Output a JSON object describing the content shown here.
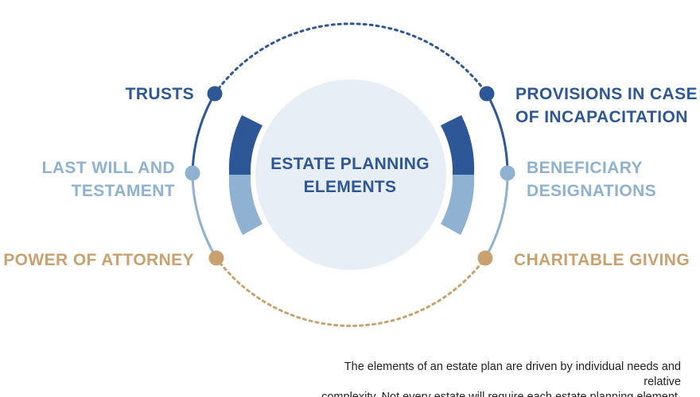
{
  "colors": {
    "dark_blue": "#2e5797",
    "light_blue": "#8fb1d2",
    "tan": "#c8a16e",
    "center_fill": "#e8eef6",
    "footnote": "#222222"
  },
  "center": {
    "line1": "ESTATE PLANNING",
    "line2": "ELEMENTS"
  },
  "elements": {
    "trusts": "TRUSTS",
    "incapacitation_line1": "PROVISIONS IN CASE",
    "incapacitation_line2": "OF INCAPACITATION",
    "will_line1": "LAST WILL AND",
    "will_line2": "TESTAMENT",
    "beneficiary_line1": "BENEFICIARY",
    "beneficiary_line2": "DESIGNATIONS",
    "power_of_attorney": "POWER OF ATTORNEY",
    "charitable_giving": "CHARITABLE GIVING"
  },
  "footnote": {
    "line1": "The elements of an estate plan are driven by individual needs and relative",
    "line2": "complexity. Not every estate will require each estate planning element."
  }
}
